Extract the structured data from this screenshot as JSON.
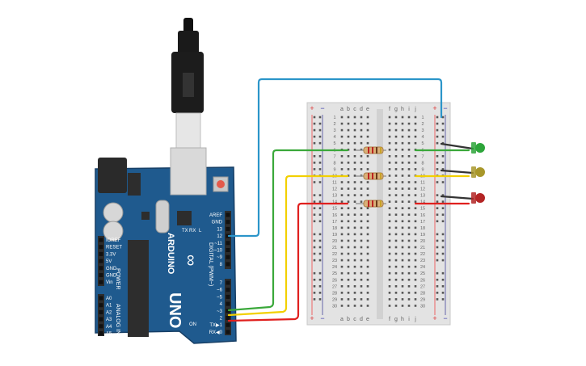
{
  "arduino": {
    "brand": "ARDUINO",
    "model": "UNO",
    "logo_symbol": "∞",
    "digital_header_title": "DIGITAL (PWM~)",
    "power_header_title": "POWER",
    "analog_header_title": "ANALOG IN",
    "tx_label": "TX",
    "rx_label": "RX",
    "l_label": "L",
    "on_label": "ON",
    "power_pins": [
      "IOREF",
      "RESET",
      "3.3V",
      "5V",
      "GND",
      "GND",
      "Vin"
    ],
    "analog_pins": [
      "A0",
      "A1",
      "A2",
      "A3",
      "A4",
      "A5"
    ],
    "digital_pins_top": [
      "AREF",
      "GND",
      "13",
      "12",
      "~11",
      "~10",
      "~9",
      "8"
    ],
    "digital_pins_bottom": [
      "7",
      "~6",
      "~5",
      "4",
      "~3",
      "2",
      "TX▶1",
      "RX◀0"
    ]
  },
  "breadboard": {
    "column_letters_left": [
      "a",
      "b",
      "c",
      "d",
      "e"
    ],
    "column_letters_right": [
      "f",
      "g",
      "h",
      "i",
      "j"
    ],
    "row_count": 30,
    "rail_plus": "+",
    "rail_minus": "−"
  },
  "components": {
    "leds": [
      {
        "name": "led-green",
        "color": "#2da53a"
      },
      {
        "name": "led-yellow",
        "color": "#a8972a"
      },
      {
        "name": "led-red",
        "color": "#b32424"
      }
    ],
    "resistor_count": 3
  },
  "wires": {
    "gnd_color": "#2b95c9",
    "green_color": "#3aa83a",
    "yellow_color": "#f2d000",
    "red_color": "#e0201e"
  }
}
